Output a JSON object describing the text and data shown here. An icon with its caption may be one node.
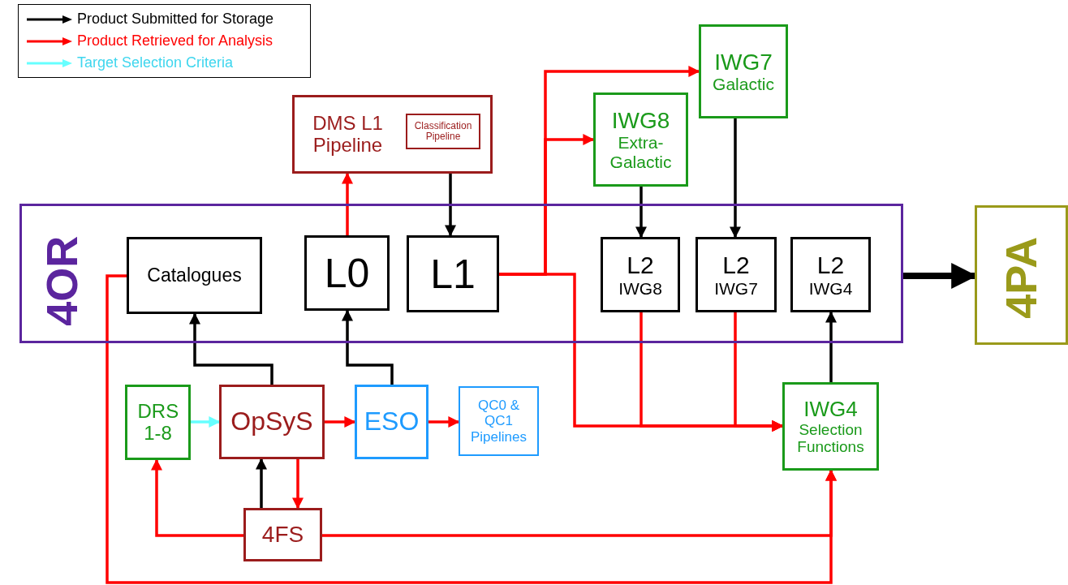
{
  "diagram": {
    "nodes": [
      {
        "text": [
          "4OR"
        ]
      },
      {
        "text": [
          "Catalogues"
        ],
        "in": 0
      },
      {
        "text": [
          "L0"
        ],
        "in": 0
      },
      {
        "text": [
          "L1"
        ],
        "in": 0
      },
      {
        "text": [
          "L2",
          "IWG8"
        ],
        "in": 0
      },
      {
        "text": [
          "L2",
          "IWG7"
        ],
        "in": 0
      },
      {
        "text": [
          "L2",
          "IWG4"
        ],
        "in": 0
      },
      {
        "text": [
          "DMS L1 Pipeline"
        ]
      },
      {
        "text": [
          "Classification Pipeline"
        ],
        "in": 7
      },
      {
        "text": [
          "IWG8",
          "Extra-Galactic"
        ]
      },
      {
        "text": [
          "IWG7",
          "Galactic"
        ]
      },
      {
        "text": [
          "4PA"
        ]
      },
      {
        "text": [
          "DRS 1-8"
        ]
      },
      {
        "text": [
          "OpSyS"
        ]
      },
      {
        "text": [
          "ESO"
        ]
      },
      {
        "text": [
          "QC0 & QC1 Pipelines"
        ]
      },
      {
        "text": [
          "IWG4",
          "Selection Functions"
        ]
      },
      {
        "text": [
          "4FS"
        ]
      }
    ],
    "edges": [
      {
        "from": 2,
        "to": 7,
        "arrow": "to"
      },
      {
        "from": 7,
        "to": 3,
        "arrow": "to",
        "color": "#000000"
      },
      {
        "from": 3,
        "to": 10,
        "arrow": "to"
      },
      {
        "from": 3,
        "to": 9,
        "arrow": "to"
      },
      {
        "from": 9,
        "to": 4,
        "arrow": "to",
        "color": "#000000"
      },
      {
        "from": 10,
        "to": 5,
        "arrow": "to",
        "color": "#000000"
      },
      {
        "from": 0,
        "to": 11,
        "arrow": "to",
        "style": "thick",
        "color": "#000000"
      },
      {
        "from": 13,
        "to": 1,
        "arrow": "to",
        "color": "#000000"
      },
      {
        "from": 14,
        "to": 2,
        "arrow": "to",
        "color": "#000000"
      },
      {
        "from": 3,
        "to": 16,
        "arrow": "to"
      },
      {
        "from": 4,
        "to": 16,
        "arrow": "to"
      },
      {
        "from": 5,
        "to": 16,
        "arrow": "to"
      },
      {
        "from": 16,
        "to": 6,
        "arrow": "to",
        "color": "#000000"
      },
      {
        "from": 12,
        "to": 13,
        "arrow": "to",
        "color": "#66ffff"
      },
      {
        "from": 13,
        "to": 14,
        "arrow": "to"
      },
      {
        "from": 14,
        "to": 15,
        "arrow": "to"
      },
      {
        "from": 13,
        "to": 17,
        "arrow": "to"
      },
      {
        "from": 17,
        "to": 13,
        "arrow": "to",
        "color": "#000000"
      },
      {
        "from": 17,
        "to": 12,
        "arrow": "to"
      },
      {
        "from": 17,
        "to": 16,
        "arrow": "to"
      },
      {
        "from": 1,
        "to": 16,
        "arrow": "to"
      }
    ],
    "legend": [
      {
        "text": "Product Submitted for Storage",
        "color": "#000000"
      },
      {
        "text": "Product Retrieved for Analysis",
        "color": "#ff0000"
      },
      {
        "text": "Target Selection Criteria",
        "color": "#66ffff"
      }
    ]
  }
}
